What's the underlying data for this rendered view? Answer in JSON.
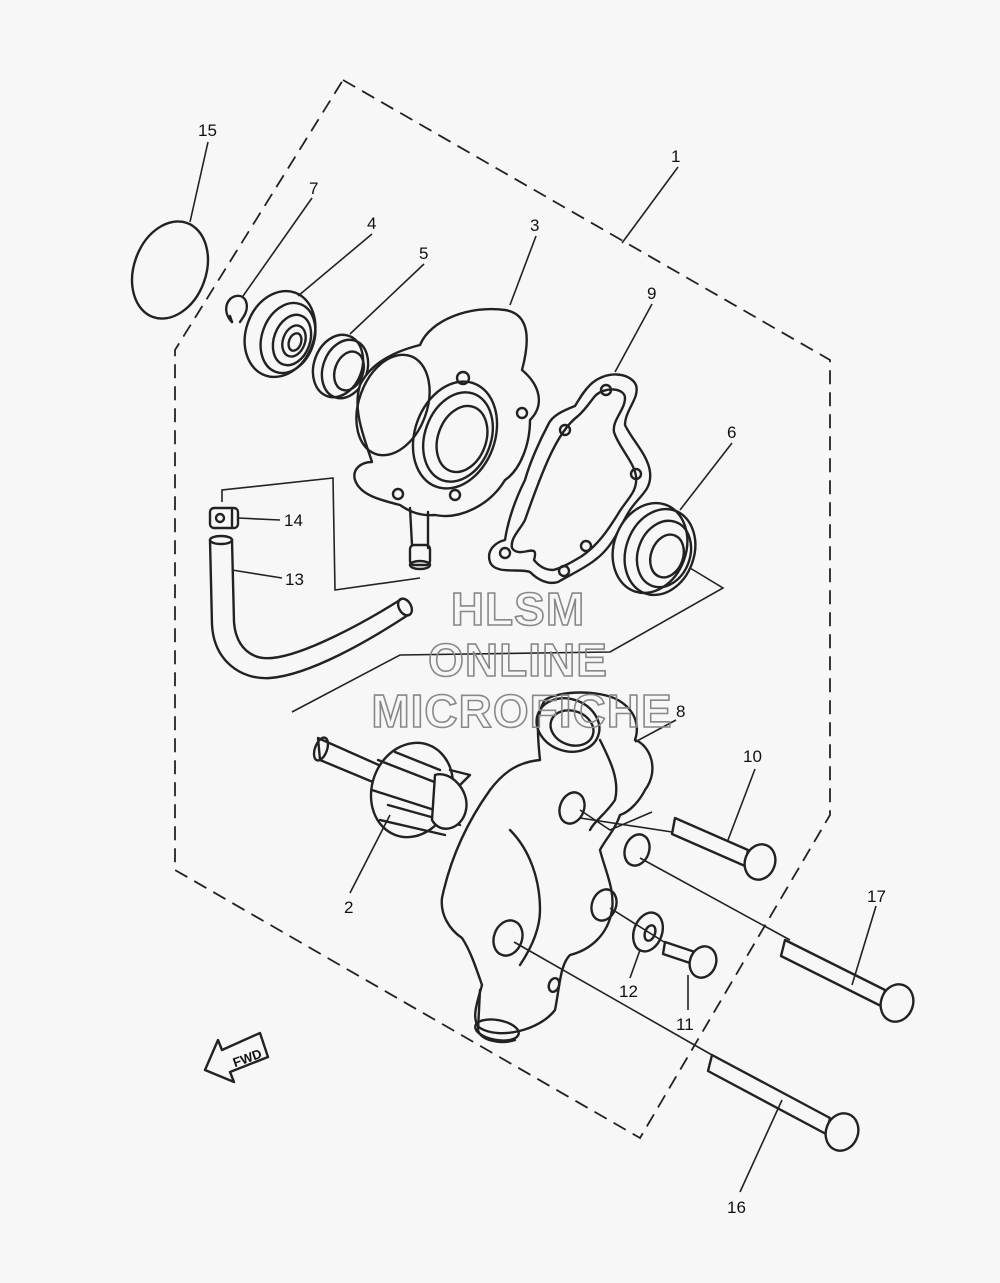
{
  "callouts": [
    {
      "id": "1",
      "label": "1"
    },
    {
      "id": "2",
      "label": "2"
    },
    {
      "id": "3",
      "label": "3"
    },
    {
      "id": "4",
      "label": "4"
    },
    {
      "id": "5",
      "label": "5"
    },
    {
      "id": "6",
      "label": "6"
    },
    {
      "id": "7",
      "label": "7"
    },
    {
      "id": "8",
      "label": "8"
    },
    {
      "id": "9",
      "label": "9"
    },
    {
      "id": "10",
      "label": "10"
    },
    {
      "id": "11",
      "label": "11"
    },
    {
      "id": "12",
      "label": "12"
    },
    {
      "id": "13",
      "label": "13"
    },
    {
      "id": "14",
      "label": "14"
    },
    {
      "id": "15",
      "label": "15"
    },
    {
      "id": "16",
      "label": "16"
    },
    {
      "id": "17",
      "label": "17"
    }
  ],
  "watermark": {
    "line1": "HLSM",
    "line2": "ONLINE",
    "line3": "MICROFICHE"
  },
  "direction_arrow": {
    "label": "FWD",
    "icon": "fwd-arrow-icon"
  }
}
